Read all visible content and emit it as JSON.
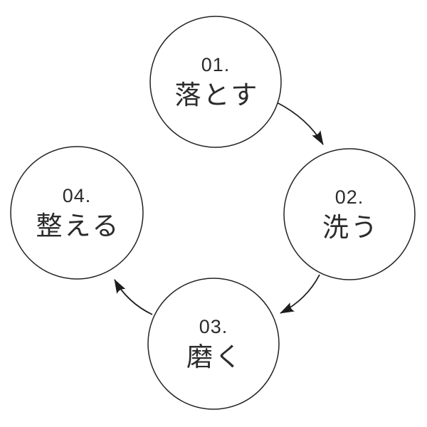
{
  "diagram": {
    "title": "four-step skincare cycle",
    "background_color": "#ffffff",
    "circle_fill": "#ffffff",
    "stroke_color": "#222222",
    "text_color": "#2b2b2b",
    "steps": [
      {
        "number": "01.",
        "label": "落とす",
        "position": "top"
      },
      {
        "number": "02.",
        "label": "洗う",
        "position": "right"
      },
      {
        "number": "03.",
        "label": "磨く",
        "position": "bottom"
      },
      {
        "number": "04.",
        "label": "整える",
        "position": "left"
      }
    ],
    "arrows": [
      {
        "from": "01",
        "to": "02"
      },
      {
        "from": "02",
        "to": "03"
      },
      {
        "from": "03",
        "to": "04"
      }
    ]
  }
}
